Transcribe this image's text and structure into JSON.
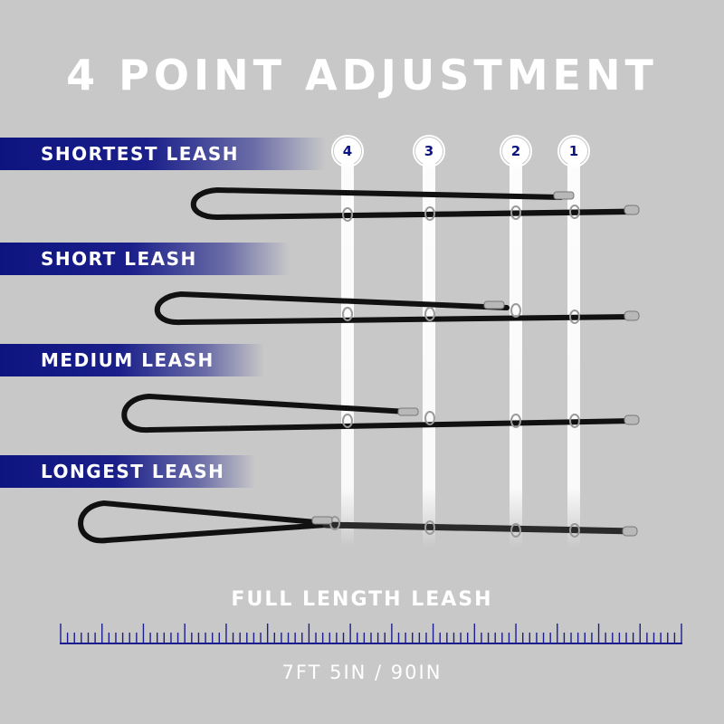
{
  "title": "4 POINT ADJUSTMENT",
  "banners": [
    {
      "label": "SHORTEST LEASH"
    },
    {
      "label": "SHORT LEASH"
    },
    {
      "label": "MEDIUM LEASH"
    },
    {
      "label": "LONGEST LEASH"
    }
  ],
  "points": [
    "4",
    "3",
    "2",
    "1"
  ],
  "full_label": "FULL LENGTH LEASH",
  "total_length": "7FT 5IN / 90IN",
  "colors": {
    "background": "#c8c8c8",
    "banner": "#0d1480",
    "leash": "#111111",
    "ruler": "#1b1e8c"
  },
  "icons": [
    "leash-image",
    "ruler-icon"
  ]
}
